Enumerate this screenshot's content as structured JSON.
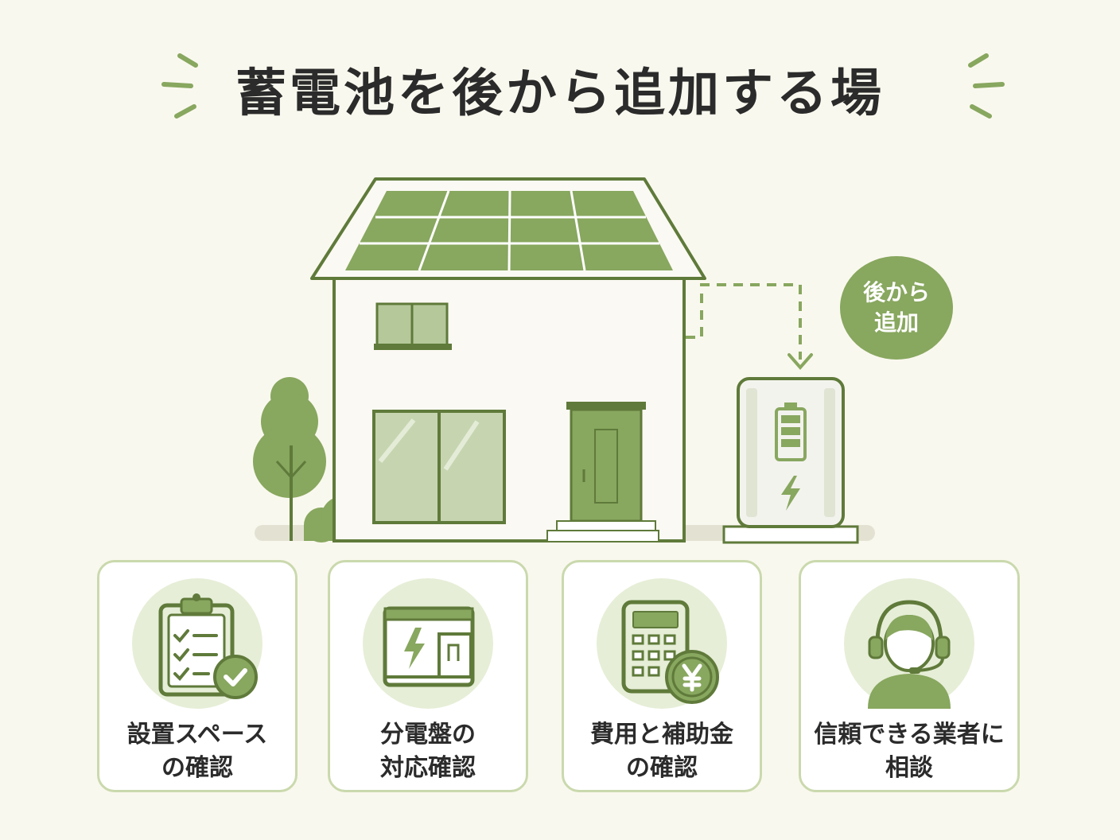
{
  "title": "蓄電池を後から追加する場",
  "badge": {
    "line1": "後から",
    "line2": "追加"
  },
  "cards": [
    {
      "line1": "設置スペース",
      "line2": "の確認",
      "icon": "clipboard-check-icon"
    },
    {
      "line1": "分電盤の",
      "line2": "対応確認",
      "icon": "distribution-board-icon"
    },
    {
      "line1": "費用と補助金",
      "line2": "の確認",
      "icon": "calculator-yen-icon"
    },
    {
      "line1": "信頼できる業者に",
      "line2": "相談",
      "icon": "headset-person-icon"
    }
  ],
  "colors": {
    "background": "#f9f8ee",
    "accent": "#88a75f",
    "dark_green": "#5f7a3a",
    "light_green": "#e6eed7",
    "card_border": "#cad9ad",
    "text": "#2b2b2b"
  }
}
